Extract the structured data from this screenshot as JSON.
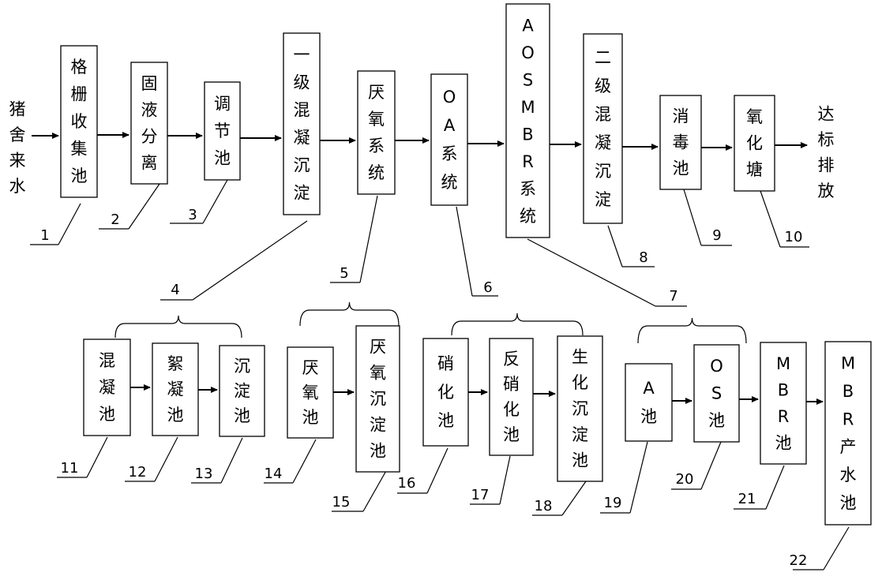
{
  "source_label": "猪舍来水",
  "output_label": "达标排放",
  "main_boxes": [
    {
      "id": 1,
      "label": "格栅收集池"
    },
    {
      "id": 2,
      "label": "固液分离"
    },
    {
      "id": 3,
      "label": "调节池"
    },
    {
      "id": 4,
      "label": "一级混凝沉淀"
    },
    {
      "id": 5,
      "label": "厌氧系统"
    },
    {
      "id": 6,
      "label": "OA系统"
    },
    {
      "id": 7,
      "label": "AOSMBR系统"
    },
    {
      "id": 8,
      "label": "二级混凝沉淀"
    },
    {
      "id": 9,
      "label": "消毒池"
    },
    {
      "id": 10,
      "label": "氧化塘"
    }
  ],
  "sub_boxes": [
    {
      "id": 11,
      "label": "混凝池"
    },
    {
      "id": 12,
      "label": "絮凝池"
    },
    {
      "id": 13,
      "label": "沉淀池"
    },
    {
      "id": 14,
      "label": "厌氧池"
    },
    {
      "id": 15,
      "label": "厌氧沉淀池"
    },
    {
      "id": 16,
      "label": "硝化池"
    },
    {
      "id": 17,
      "label": "反硝化池"
    },
    {
      "id": 18,
      "label": "生化沉淀池"
    },
    {
      "id": 19,
      "label": "A池"
    },
    {
      "id": 20,
      "label": "OS池"
    },
    {
      "id": 21,
      "label": "MBR池"
    },
    {
      "id": 22,
      "label": "MBR产水池"
    }
  ],
  "numbers": [
    "1",
    "2",
    "3",
    "4",
    "5",
    "6",
    "7",
    "8",
    "9",
    "10",
    "11",
    "12",
    "13",
    "14",
    "15",
    "16",
    "17",
    "18",
    "19",
    "20",
    "21",
    "22"
  ]
}
